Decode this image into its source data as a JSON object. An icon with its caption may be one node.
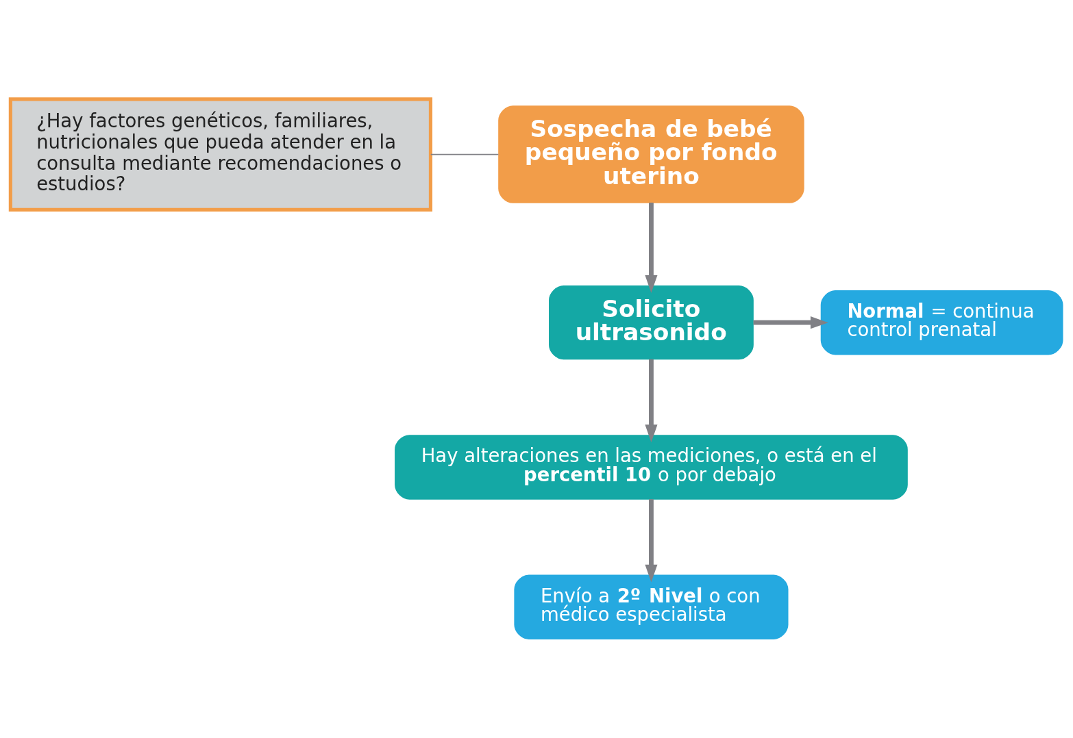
{
  "diagram": {
    "nodes": [
      {
        "text": [
          "Sospecha de bebé pequeño por fondo uterino"
        ]
      },
      {
        "text": [
          "¿Hay factores genéticos, familiares, nutricionales que pueda atender en la consulta mediante recomendaciones o estudios?"
        ]
      },
      {
        "text": [
          "Solicito ultrasonido"
        ]
      },
      {
        "text": [
          "**Normal** = continua control prenatal"
        ]
      },
      {
        "text": [
          "Hay alteraciones en las mediciones, o está en el **percentil 10** o por debajo"
        ]
      },
      {
        "text": [
          "Envío a **2º Nivel** o con médico especialista"
        ]
      }
    ],
    "edges": [
      {
        "from": 1,
        "to": 0,
        "arrow": "none"
      },
      {
        "from": 0,
        "to": 2,
        "arrow": "to"
      },
      {
        "from": 2,
        "to": 3,
        "arrow": "to"
      },
      {
        "from": 2,
        "to": 4,
        "arrow": "to"
      },
      {
        "from": 4,
        "to": 5,
        "arrow": "to"
      }
    ]
  }
}
